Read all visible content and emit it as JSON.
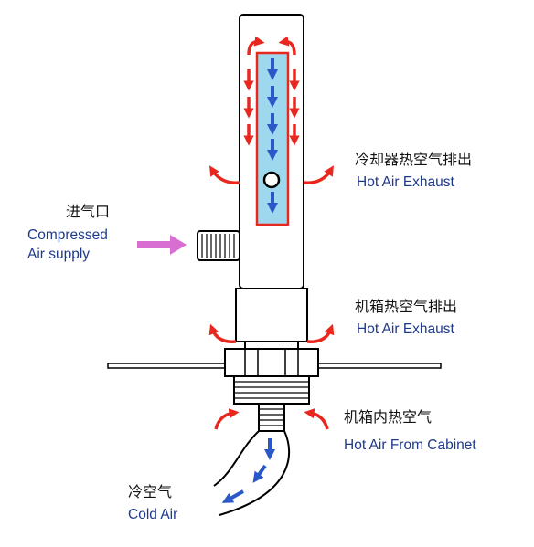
{
  "colors": {
    "hot_air": "#e8281f",
    "cold_air": "#2a58c8",
    "supply_arrow": "#d86fd0",
    "inner_tube": "#9ed8ee",
    "outline": "#000000",
    "english_text": "#1f3a8a"
  },
  "labels": {
    "cooler_exhaust": {
      "cn": "冷却器热空气排出",
      "en": "Hot Air Exhaust"
    },
    "air_supply": {
      "cn": "进气口",
      "en_line1": "Compressed",
      "en_line2": "Air supply"
    },
    "cabinet_exhaust": {
      "cn": "机箱热空气排出",
      "en": "Hot Air Exhaust"
    },
    "cabinet_intake": {
      "cn": "机箱内热空气",
      "en": "Hot Air From Cabinet"
    },
    "cold_air": {
      "cn": "冷空气",
      "en": "Cold Air"
    }
  }
}
